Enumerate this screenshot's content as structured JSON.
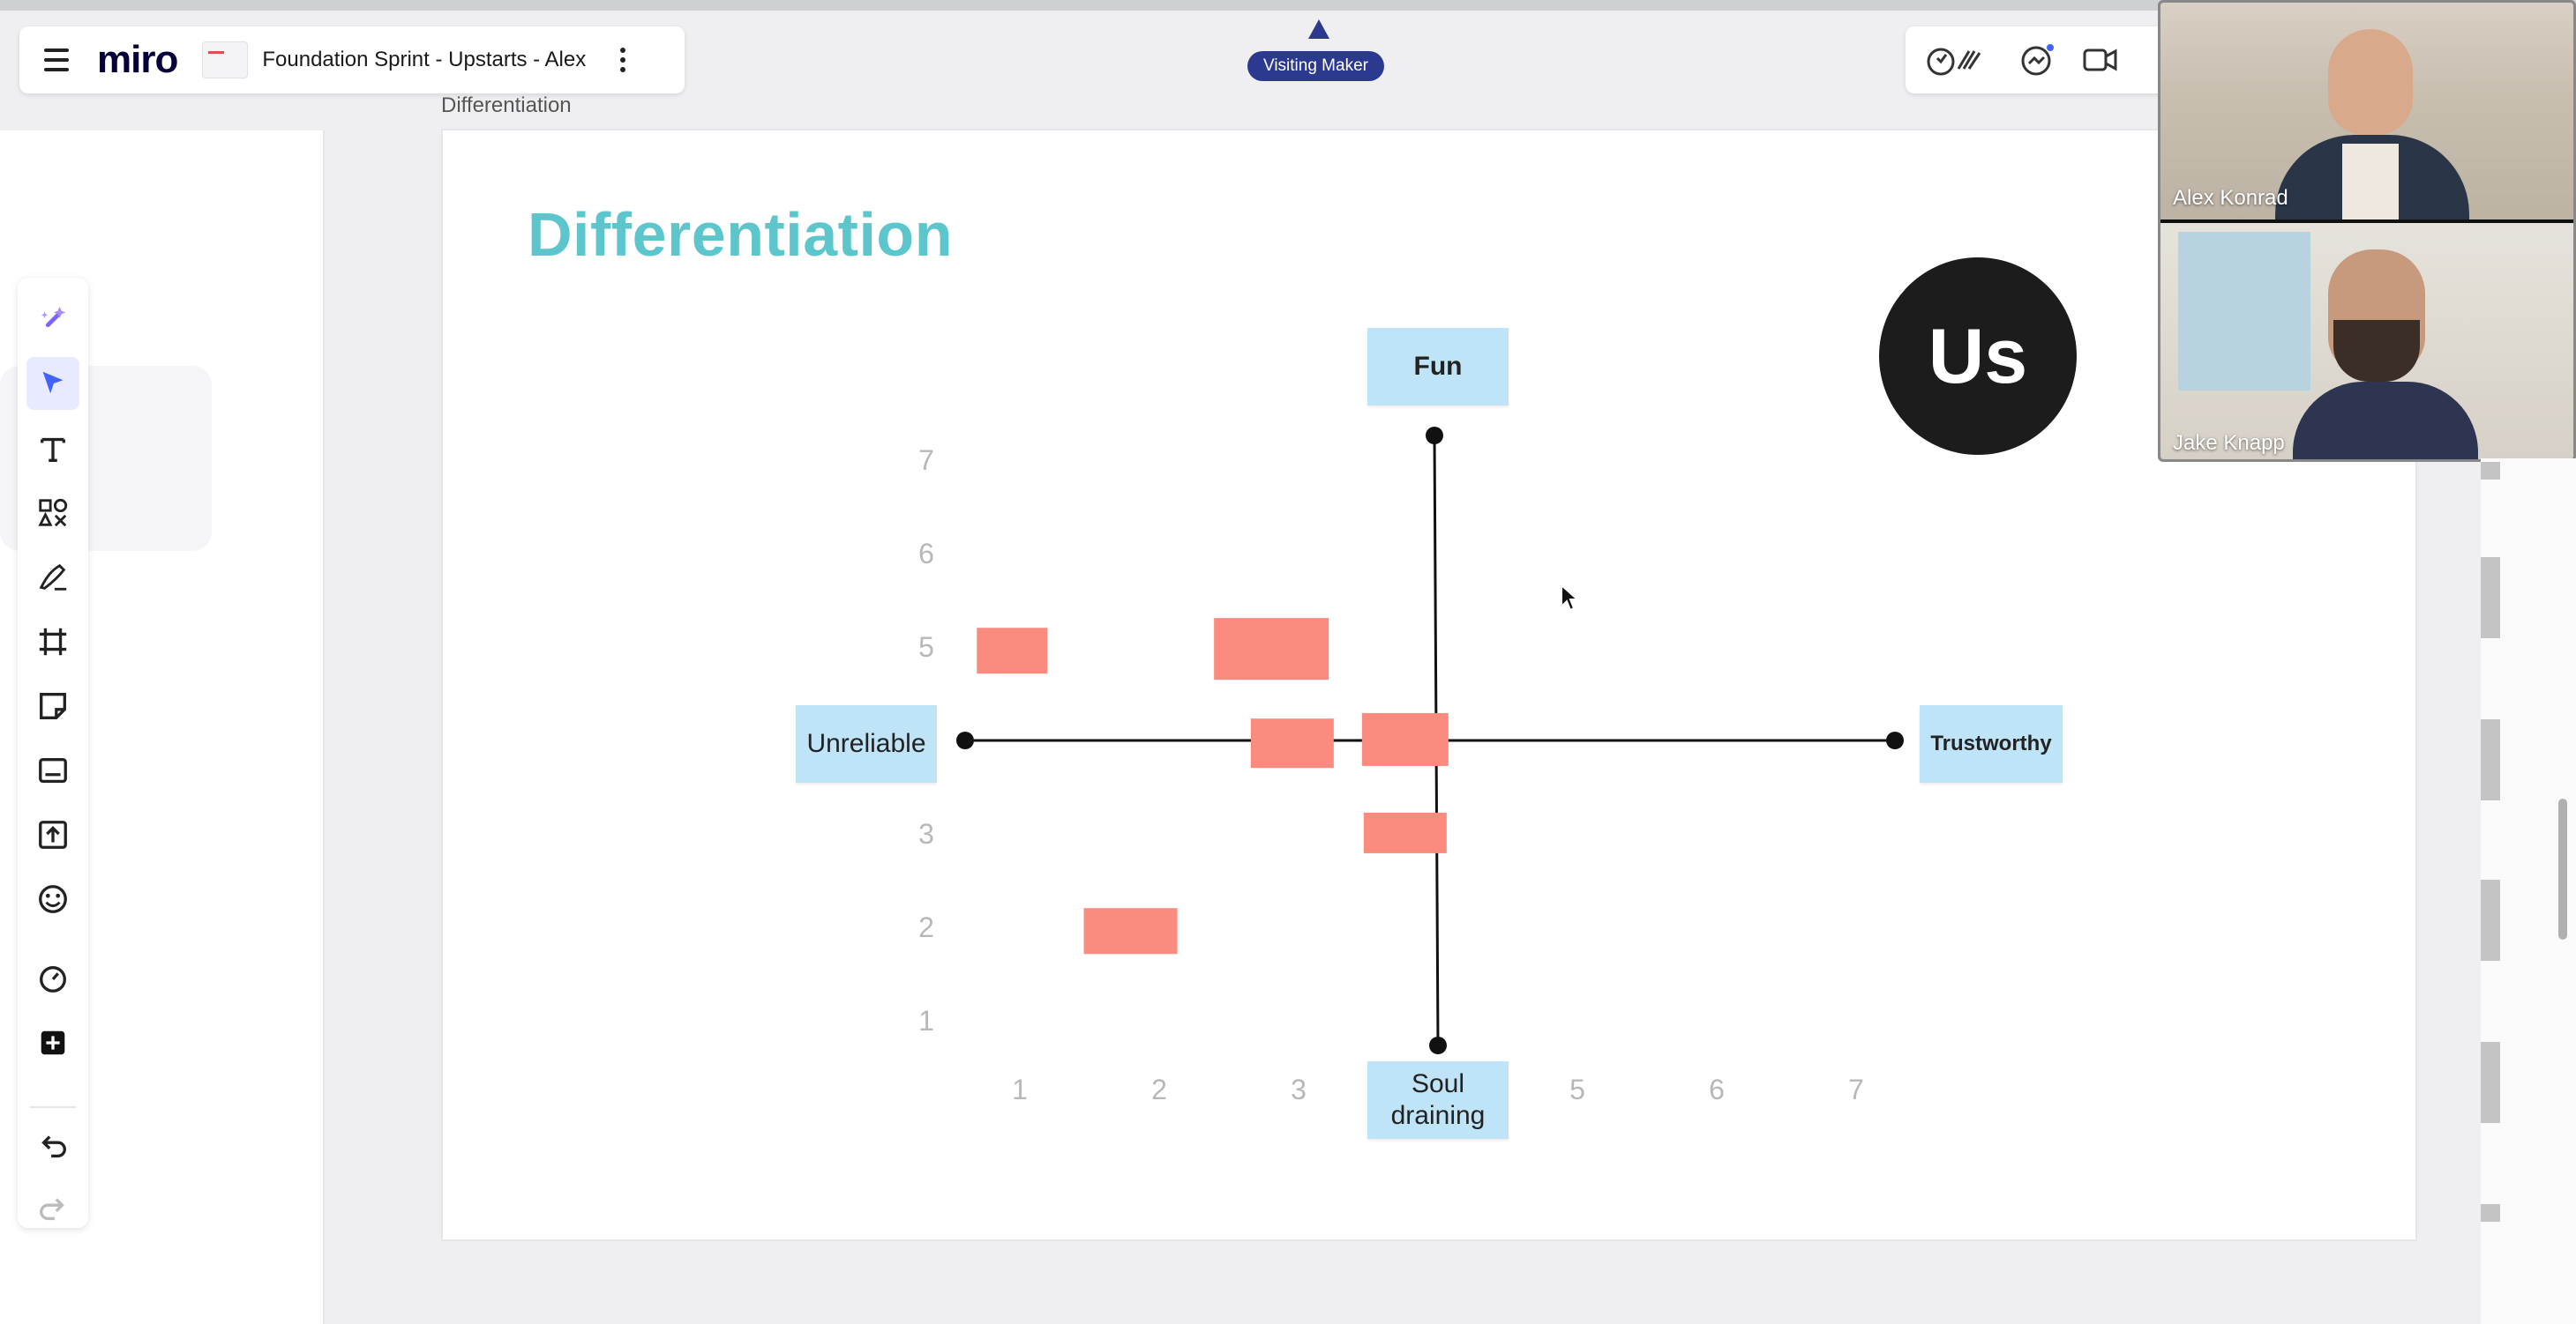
{
  "header": {
    "logo": "miro",
    "board_title": "Foundation Sprint - Upstarts - Alex"
  },
  "presence": {
    "badge": "Visiting Maker"
  },
  "frame": {
    "label": "Differentiation",
    "heading": "Differentiation"
  },
  "toolbar": {
    "items": [
      "ai-assist",
      "select",
      "text",
      "shapes",
      "pen",
      "frame",
      "sticky-note",
      "card",
      "upload",
      "stickers",
      "timer",
      "add-more",
      "undo",
      "redo"
    ]
  },
  "chart_data": {
    "type": "scatter",
    "x_axis": {
      "left_label": "Unreliable",
      "right_label": "Trustworthy",
      "ticks": [
        "1",
        "2",
        "3",
        "5",
        "6",
        "7"
      ],
      "range": [
        0.5,
        7.5
      ],
      "center": 4
    },
    "y_axis": {
      "top_label": "Fun",
      "bottom_label_line1": "Soul",
      "bottom_label_line2": "draining",
      "ticks": [
        "7",
        "6",
        "5",
        "3",
        "2",
        "1"
      ],
      "range": [
        0.5,
        7.5
      ],
      "center": 4
    },
    "points": [
      {
        "x": 0.97,
        "y": 4.96
      },
      {
        "x": 2.83,
        "y": 4.98
      },
      {
        "x": 2.98,
        "y": 3.97
      },
      {
        "x": 3.79,
        "y": 4.01
      },
      {
        "x": 3.79,
        "y": 3.01
      },
      {
        "x": 1.82,
        "y": 1.96
      }
    ],
    "marker_color": "#fa8b7e",
    "axis_label_color": "#bfe3f7",
    "tick_color": "#b8b8b8"
  },
  "avatar": {
    "label": "Us"
  },
  "video": {
    "participants": [
      {
        "name": "Alex Konrad"
      },
      {
        "name": "Jake Knapp"
      }
    ]
  }
}
